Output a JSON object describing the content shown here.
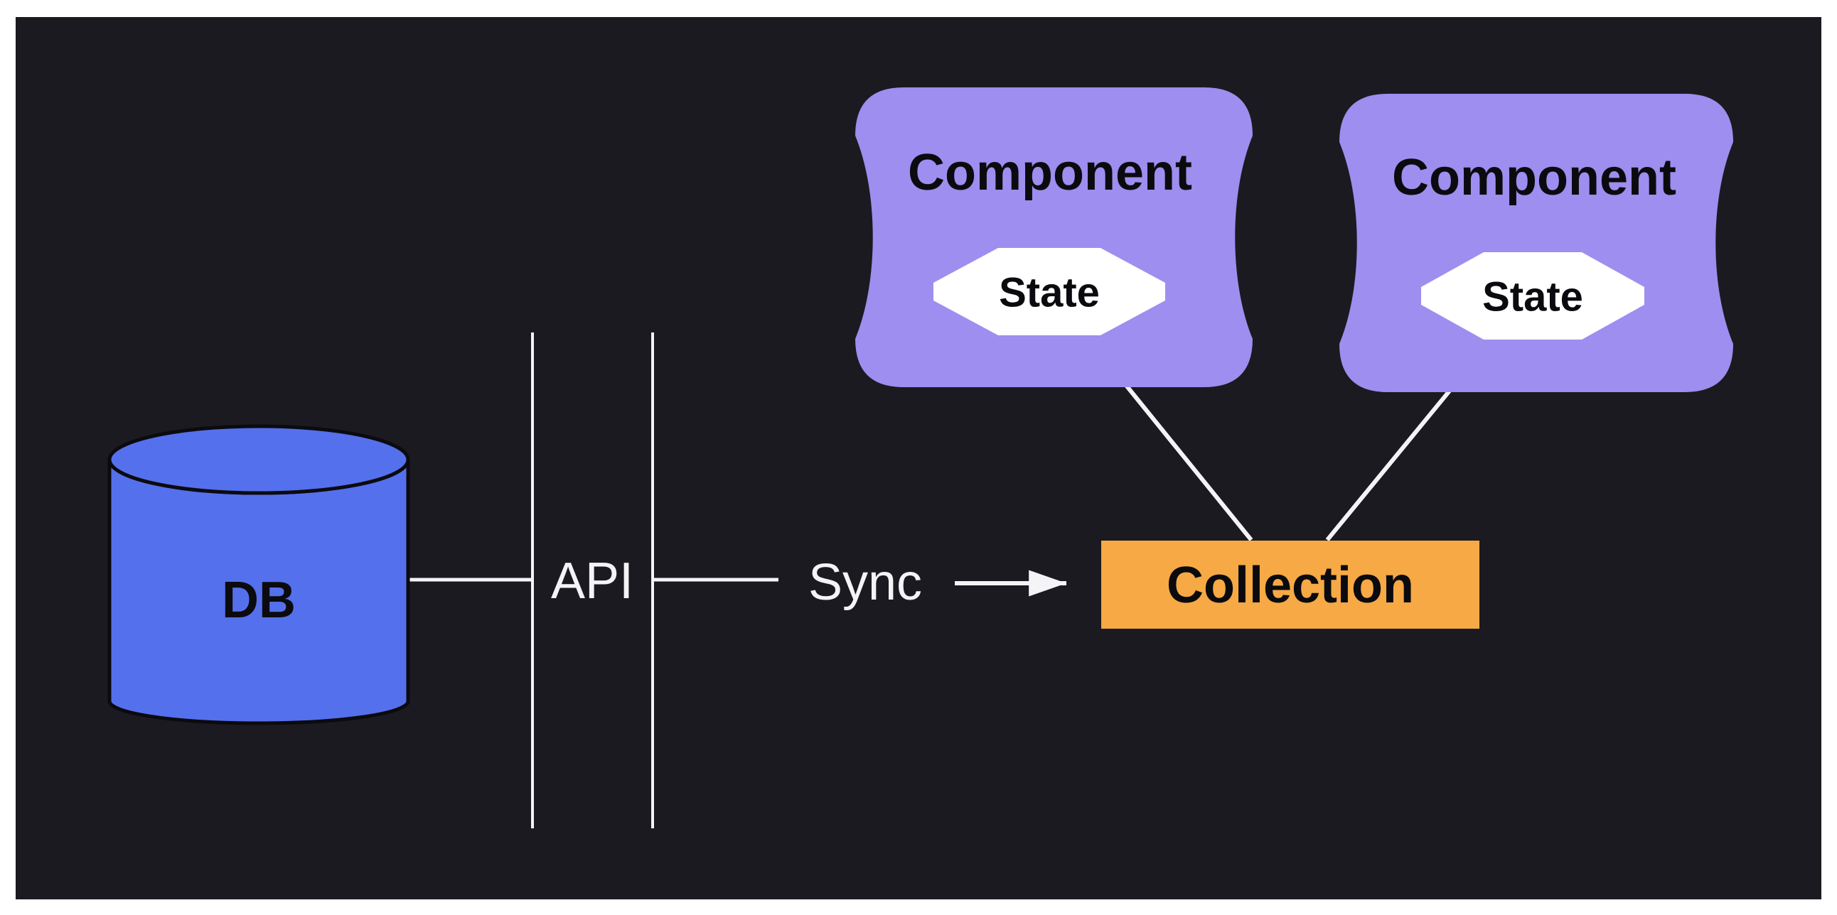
{
  "page": {
    "background": "#FFFFFF",
    "canvas_color": "#1B1A20"
  },
  "colors": {
    "db_fill": "#5570EC",
    "component_fill": "#9D8EEF",
    "collection_fill": "#F6A944",
    "state_fill": "#FFFFFF",
    "line_light": "#F4F3F6",
    "text_light": "#F4F3F6",
    "text_dark": "#0B0B0F"
  },
  "diagram": {
    "db": {
      "label": "DB"
    },
    "api_boundary": {
      "label": "API"
    },
    "sync": {
      "label": "Sync"
    },
    "collection": {
      "label": "Collection"
    },
    "components": [
      {
        "label": "Component",
        "state": {
          "label": "State"
        }
      },
      {
        "label": "Component",
        "state": {
          "label": "State"
        }
      }
    ]
  }
}
